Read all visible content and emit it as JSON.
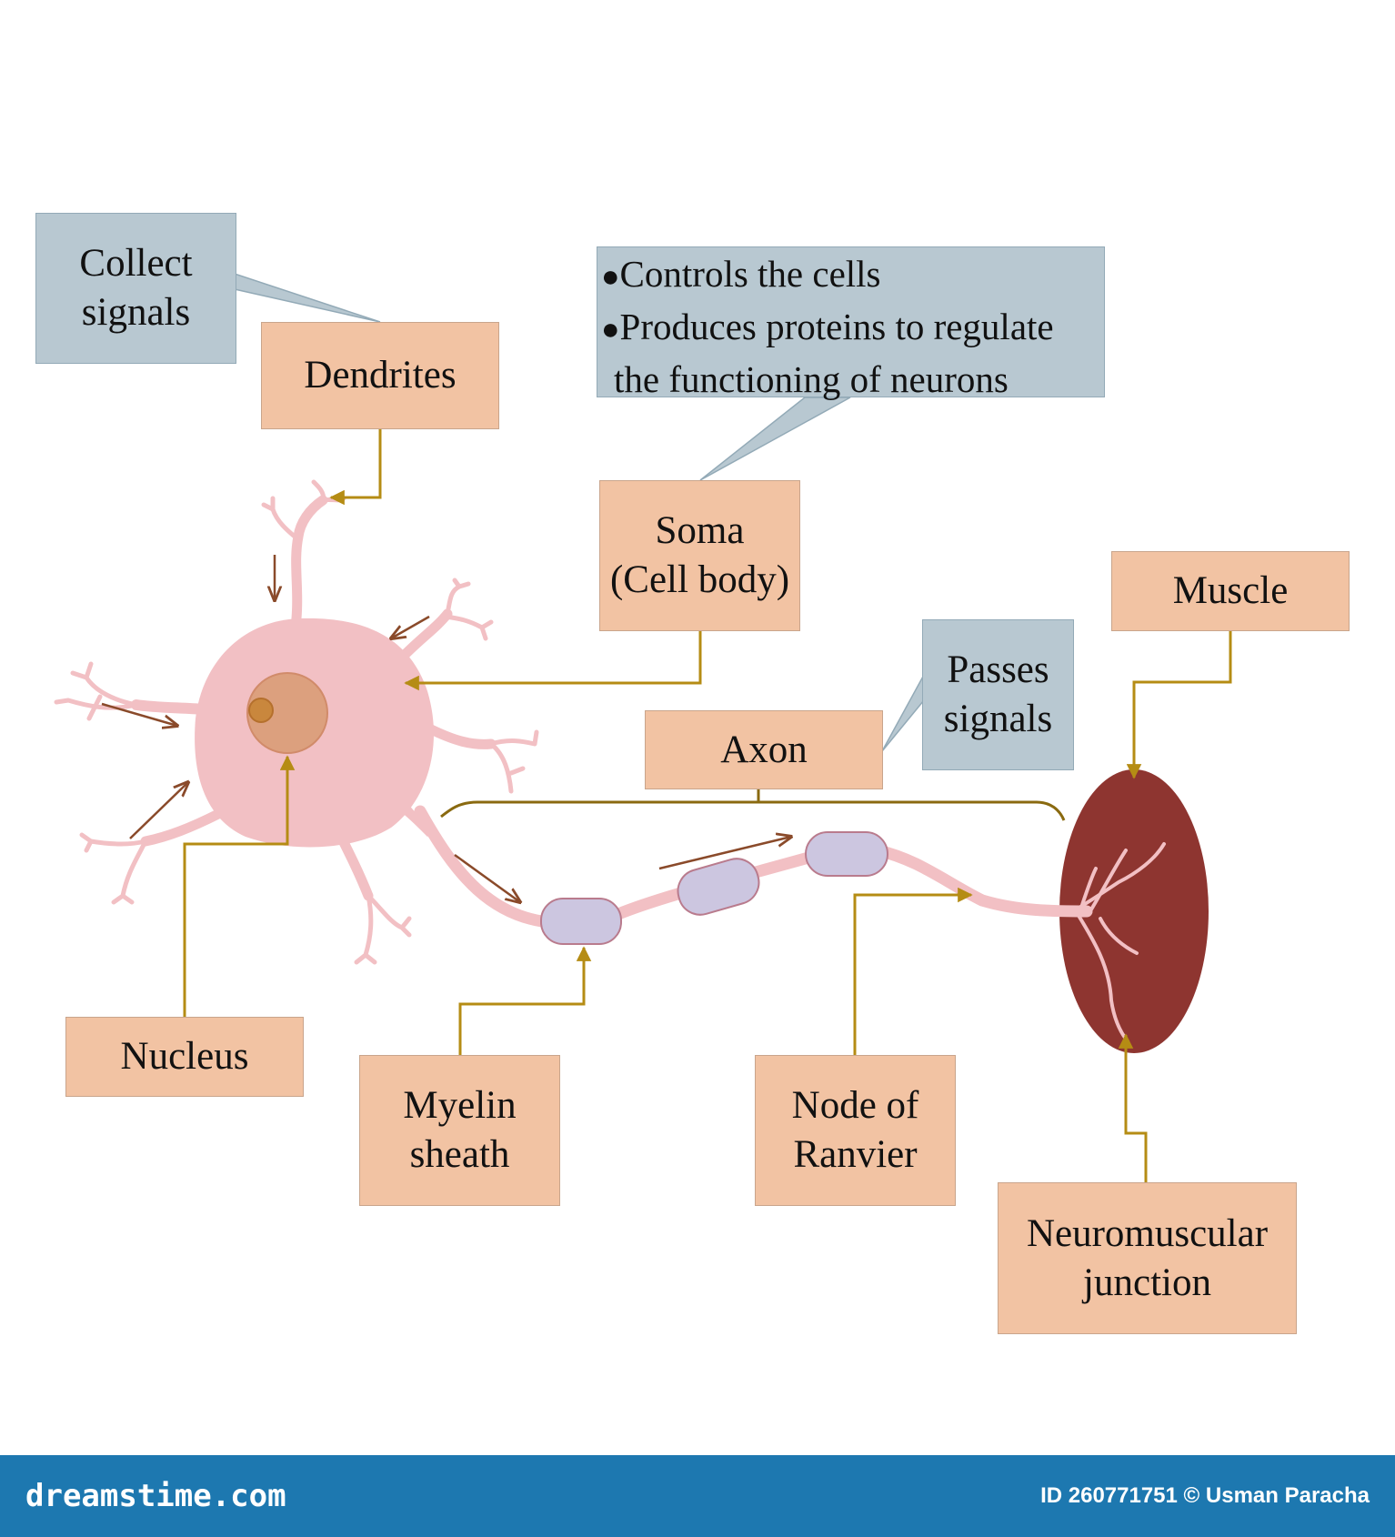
{
  "labels": {
    "dendrites": "Dendrites",
    "soma_line1": "Soma",
    "soma_line2": "(Cell body)",
    "muscle": "Muscle",
    "axon": "Axon",
    "nucleus": "Nucleus",
    "myelin_line1": "Myelin",
    "myelin_line2": "sheath",
    "node_line1": "Node of",
    "node_line2": "Ranvier",
    "nmj_line1": "Neuromuscular",
    "nmj_line2": "junction"
  },
  "callouts": {
    "dendrites_line1": "Collect",
    "dendrites_line2": "signals",
    "soma_bullets": [
      "Controls the cells",
      "Produces proteins to regulate",
      "the functioning of neurons"
    ],
    "soma_bullet_symbol": "●",
    "axon_line1": "Passes",
    "axon_line2": "signals"
  },
  "footer": {
    "brand": "dreamstime.com",
    "credit": "ID 260771751 © Usman Paracha"
  },
  "colors": {
    "label_fill": "#f2c3a3",
    "callout_fill": "#b8c8d1",
    "connector": "#b58c14",
    "neuron": "#f2c0c4",
    "nucleus": "#dca07e",
    "myelin": "#ccc6e0",
    "muscle": "#8e3530",
    "signal_arrow": "#8a4a2a",
    "footer_bg": "#1d78b0"
  },
  "icons": [
    "dendrite-branch-icon",
    "signal-arrow-icon",
    "myelin-segment-icon",
    "muscle-fiber-icon"
  ]
}
